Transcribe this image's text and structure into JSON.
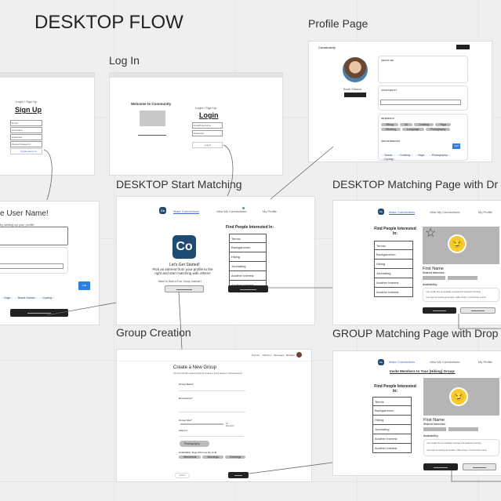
{
  "canvas": {
    "title": "DESKTOP FLOW"
  },
  "labels": {
    "profile": "Profile Page",
    "login": "Log In",
    "start": "DESKTOP Start Matching",
    "matching": "DESKTOP Matching Page with Dr",
    "group_creation": "Group Creation",
    "group_matching": "GROUP Matching Page with Drop"
  },
  "signup": {
    "toggle": "Login / Sign Up",
    "heading": "Sign Up",
    "fields": [
      "Email",
      "Username",
      "Password",
      "Repeat Password"
    ],
    "button": "Create Account"
  },
  "login": {
    "welcome": "Welcome to Community",
    "toggle": "Login / Sign Up",
    "heading": "Login",
    "fields": [
      "Email/Username",
      "Password"
    ],
    "button": "Log In"
  },
  "profile": {
    "brand": "Community",
    "name": "Sarah Johnson",
    "about_title": "ABOUT ME",
    "availability_title": "AVAILABILITY",
    "interests_title": "INTERESTS",
    "add_interests_title": "ADD INTERESTS",
    "interests": [
      "Hiking",
      "Art",
      "Cooking",
      "Yoga",
      "Reading",
      "Language",
      "Photography"
    ],
    "chips": [
      "Tennis",
      "Cooking",
      "Yoga",
      "Photography",
      "Cycling"
    ],
    "add_button": "Add"
  },
  "username": {
    "heading": "e User Name!",
    "subtitle": "by setting up your profile",
    "chips": [
      "Yoga",
      "Board Games",
      "Cycling"
    ],
    "add_button": "Add"
  },
  "nav": {
    "logo": "Co",
    "make": "Make Connections",
    "view": "View My Connections",
    "profile": "My Profile"
  },
  "start": {
    "find": "Find People Interested In:",
    "title": "Let's Get Started!",
    "desc": "Pick an interest from your profile to the right and start matching with others!",
    "group_q": "Want to Start a Fun Group Instead?",
    "dropdown": "Tennis",
    "options": [
      "Backgammon",
      "Hiking",
      "Journaling",
      "Another Interest",
      "Another Interest"
    ]
  },
  "match": {
    "find": "Find People Interested In:",
    "name": "First Name",
    "shared": "Shared Interests:",
    "availability": "Availability:",
    "avail1": "I am usually free on weekday evenings and weekend mornings.",
    "avail2": "I am open to meeting up at parks, coffee shops, or community events."
  },
  "group": {
    "nav": [
      "Explore",
      "Matches",
      "Messages",
      "Groups"
    ],
    "title": "Create a New Group",
    "subtitle": "Connect with like-minded people by creating a group based on shared interests",
    "fields": [
      "Group Name*",
      "Description*",
      "Group Size*",
      "Interest"
    ],
    "size_value": "10 Members",
    "tag": "Photography",
    "tags_label": "Availability Tags (Choose Up to 3)",
    "tags": [
      "Weekends",
      "Mornings",
      "Evenings"
    ],
    "cancel": "Cancel"
  },
  "group_match": {
    "invite": "Invite Members to Your [Hiking] Group:"
  }
}
